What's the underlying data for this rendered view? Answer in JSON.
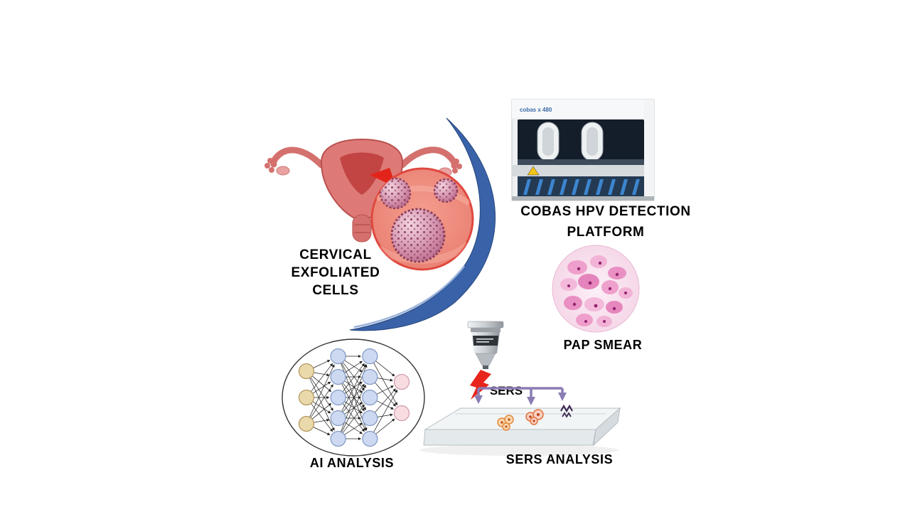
{
  "labels": {
    "cervical_cells": "CERVICAL\nEXFOLIATED\nCELLS",
    "cobas_platform": "COBAS HPV DETECTION\nPLATFORM",
    "pap_smear": "PAP SMEAR",
    "ai_analysis": "AI ANALYSIS",
    "sers_analysis": "SERS ANALYSIS",
    "sers_beam": "SERS",
    "machine_brand": "cobas x 480"
  },
  "colors": {
    "flow_arrow_blue": "#3a62a8",
    "beam_red": "#e8251c",
    "purple_arrow": "#8b7cb3",
    "label_text": "#000000",
    "uterus_pink": "#dd7a77",
    "pap_pink": "#e06aae"
  },
  "neural_network": {
    "layers": [
      {
        "count": 3,
        "color": "#ead9ab",
        "stroke": "#b09459"
      },
      {
        "count": 5,
        "color": "#ccd9f1",
        "stroke": "#7f96c4"
      },
      {
        "count": 5,
        "color": "#ccd9f1",
        "stroke": "#7f96c4"
      },
      {
        "count": 2,
        "color": "#f7dde2",
        "stroke": "#cf9aa8"
      }
    ]
  }
}
